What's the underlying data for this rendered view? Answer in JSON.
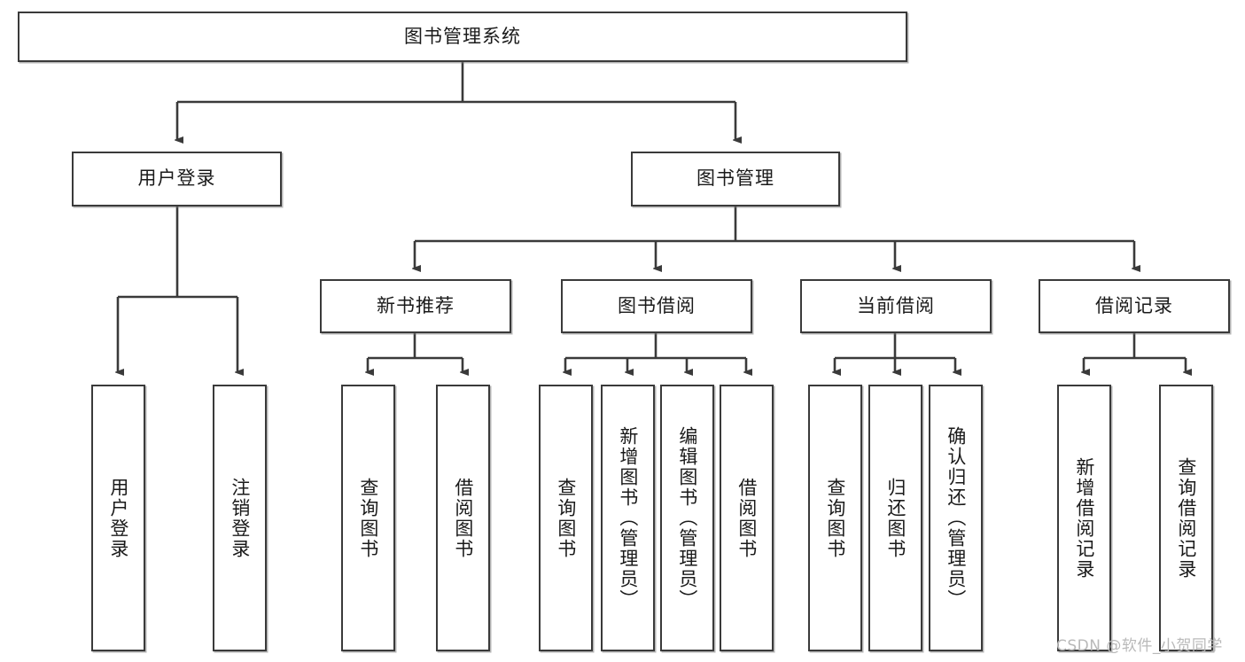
{
  "diagram": {
    "type": "tree-flowchart",
    "title_node": {
      "label": "图书管理系统"
    },
    "level2": [
      {
        "id": "user-login",
        "label": "用户登录"
      },
      {
        "id": "book-manage",
        "label": "图书管理"
      }
    ],
    "level3": [
      {
        "id": "new-book-recommend",
        "label": "新书推荐"
      },
      {
        "id": "book-borrow",
        "label": "图书借阅"
      },
      {
        "id": "current-borrow",
        "label": "当前借阅"
      },
      {
        "id": "borrow-record",
        "label": "借阅记录"
      }
    ],
    "leaves": {
      "user_login": [
        {
          "id": "leaf-user-login",
          "label": "用户登录"
        },
        {
          "id": "leaf-logout-login",
          "label": "注销登录"
        }
      ],
      "new_book_recommend": [
        {
          "id": "leaf-query-book-1",
          "label": "查询图书"
        },
        {
          "id": "leaf-borrow-book-1",
          "label": "借阅图书"
        }
      ],
      "book_borrow": [
        {
          "id": "leaf-query-book-2",
          "label": "查询图书"
        },
        {
          "id": "leaf-add-book",
          "label": "新增图书（管理员）"
        },
        {
          "id": "leaf-edit-book",
          "label": "编辑图书（管理员）"
        },
        {
          "id": "leaf-borrow-book-2",
          "label": "借阅图书"
        }
      ],
      "current_borrow": [
        {
          "id": "leaf-query-book-3",
          "label": "查询图书"
        },
        {
          "id": "leaf-return-book",
          "label": "归还图书"
        },
        {
          "id": "leaf-confirm-return",
          "label": "确认归还（管理员）"
        }
      ],
      "borrow_record": [
        {
          "id": "leaf-add-record",
          "label": "新增借阅记录"
        },
        {
          "id": "leaf-query-record",
          "label": "查询借阅记录"
        }
      ]
    }
  },
  "watermark": {
    "text": "CSDN @软件_小贺同学"
  },
  "colors": {
    "stroke": "#3a3a3a",
    "fill": "#ffffff",
    "text": "#1a1a1a",
    "watermark": "#b9b9b9"
  }
}
